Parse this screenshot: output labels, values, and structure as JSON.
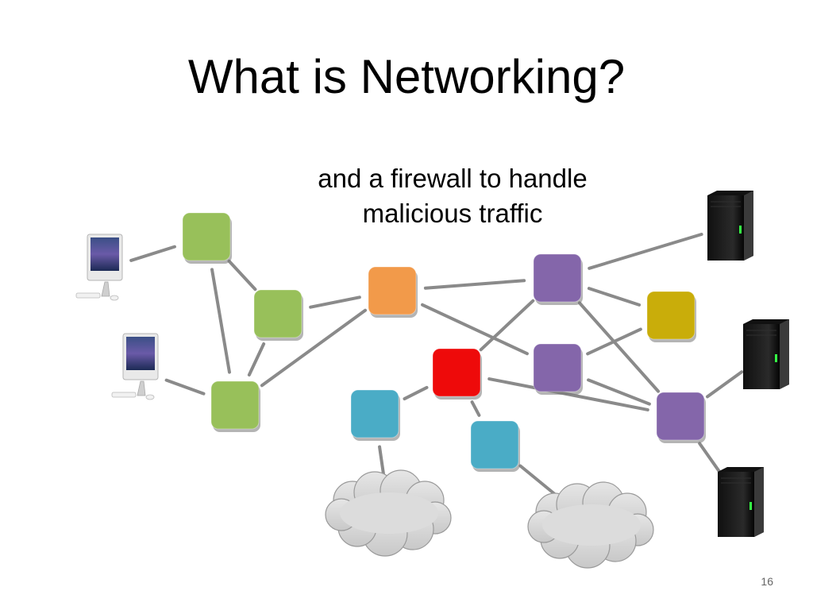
{
  "slide": {
    "title": "What is Networking?",
    "caption_lines": [
      "and a firewall to handle",
      "malicious traffic"
    ],
    "page_number": "16"
  },
  "colors": {
    "router_green": "#98c05a",
    "router_orange": "#f29a4a",
    "firewall_red": "#ee0a0a",
    "router_purple": "#8466aa",
    "router_gold": "#c9ad0a",
    "router_blue": "#4aacc6",
    "link_gray": "#8a8a8a",
    "cloud_gray": "#d4d4d4"
  },
  "diagram": {
    "devices": [
      {
        "id": "imac-1",
        "kind": "imac"
      },
      {
        "id": "imac-2",
        "kind": "imac"
      },
      {
        "id": "server-1",
        "kind": "server"
      },
      {
        "id": "server-2",
        "kind": "server"
      },
      {
        "id": "server-3",
        "kind": "server"
      },
      {
        "id": "cloud-1",
        "kind": "cloud"
      },
      {
        "id": "cloud-2",
        "kind": "cloud"
      }
    ],
    "nodes": [
      {
        "id": "green-1",
        "color": "router_green"
      },
      {
        "id": "green-2",
        "color": "router_green"
      },
      {
        "id": "green-3",
        "color": "router_green"
      },
      {
        "id": "orange-1",
        "color": "router_orange"
      },
      {
        "id": "firewall",
        "color": "firewall_red"
      },
      {
        "id": "blue-1",
        "color": "router_blue"
      },
      {
        "id": "blue-2",
        "color": "router_blue"
      },
      {
        "id": "purple-1",
        "color": "router_purple"
      },
      {
        "id": "purple-2",
        "color": "router_purple"
      },
      {
        "id": "purple-3",
        "color": "router_purple"
      },
      {
        "id": "gold-1",
        "color": "router_gold"
      }
    ],
    "links": [
      [
        "imac-1",
        "green-1"
      ],
      [
        "imac-2",
        "green-3"
      ],
      [
        "green-1",
        "green-2"
      ],
      [
        "green-1",
        "green-3"
      ],
      [
        "green-2",
        "green-3"
      ],
      [
        "green-2",
        "orange-1"
      ],
      [
        "green-3",
        "orange-1"
      ],
      [
        "orange-1",
        "purple-1"
      ],
      [
        "orange-1",
        "purple-2"
      ],
      [
        "purple-1",
        "firewall"
      ],
      [
        "purple-1",
        "gold-1"
      ],
      [
        "purple-1",
        "purple-3"
      ],
      [
        "purple-1",
        "server-1"
      ],
      [
        "purple-2",
        "gold-1"
      ],
      [
        "purple-2",
        "purple-3"
      ],
      [
        "firewall",
        "purple-3"
      ],
      [
        "firewall",
        "blue-1"
      ],
      [
        "firewall",
        "blue-2"
      ],
      [
        "blue-1",
        "cloud-1"
      ],
      [
        "blue-2",
        "cloud-2"
      ],
      [
        "purple-3",
        "server-2"
      ],
      [
        "purple-3",
        "server-3"
      ]
    ]
  }
}
